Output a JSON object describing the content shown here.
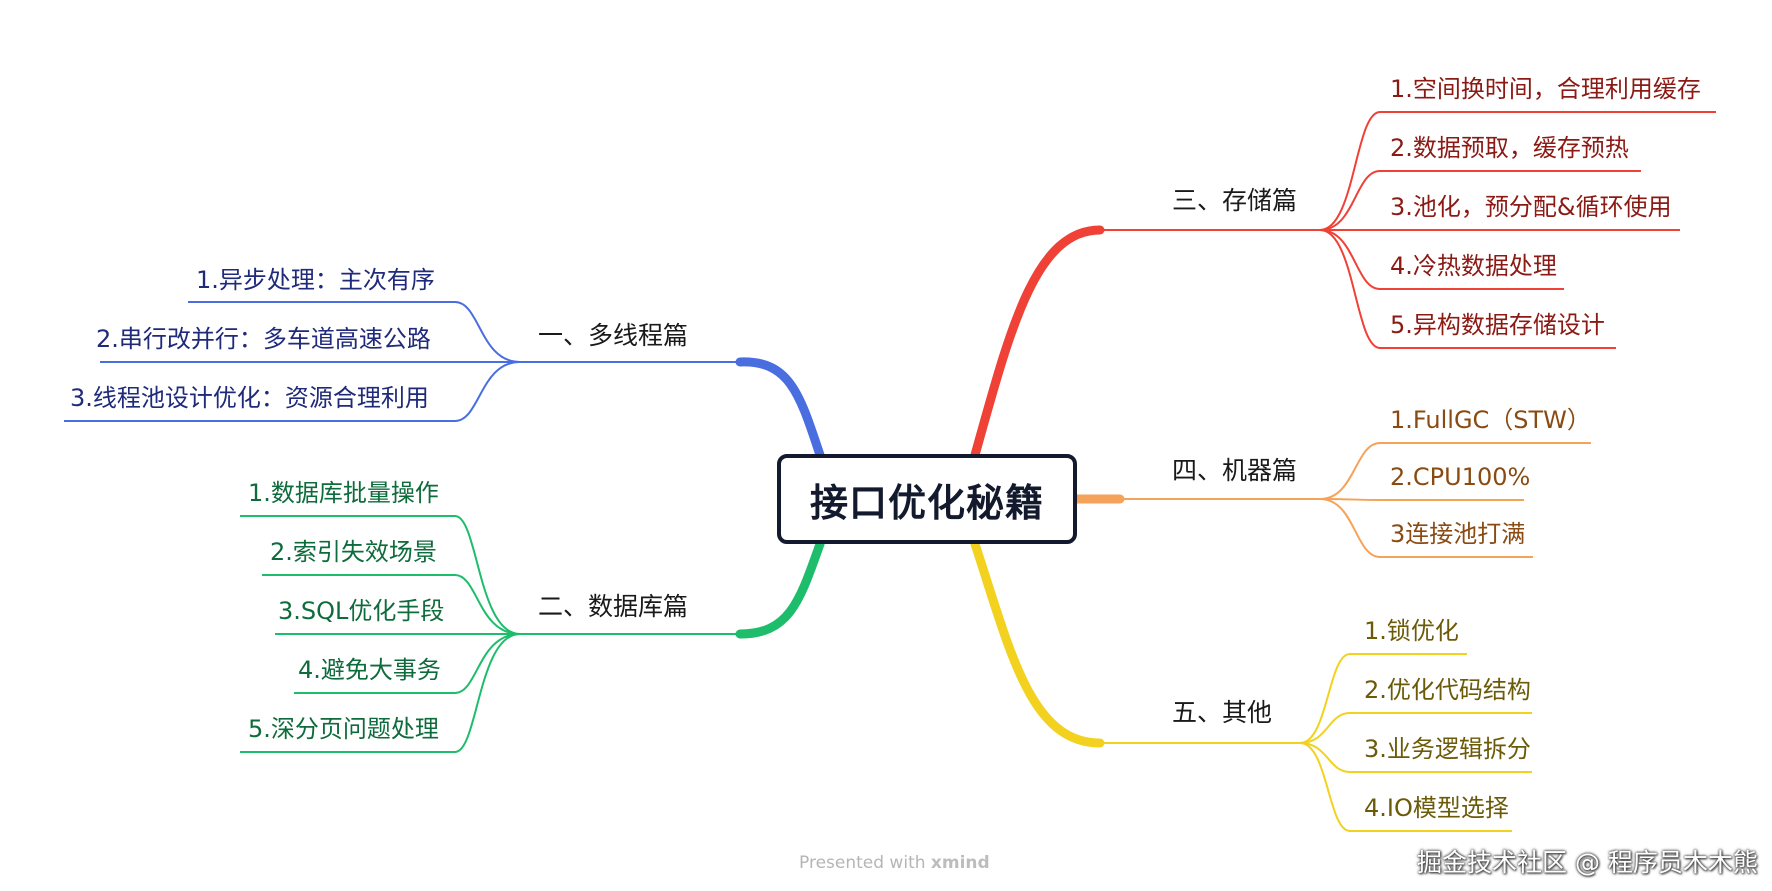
{
  "center": {
    "title": "接口优化秘籍"
  },
  "branches": [
    {
      "key": "multithread",
      "title": "一、多线程篇",
      "color": "#4a6ee0",
      "leaf_color": "#1f2a7a",
      "items": [
        "1.异步处理：主次有序",
        "2.串行改并行：多车道高速公路",
        "3.线程池设计优化：资源合理利用"
      ]
    },
    {
      "key": "database",
      "title": "二、数据库篇",
      "color": "#1dbd6b",
      "leaf_color": "#0e6b3b",
      "items": [
        "1.数据库批量操作",
        "2.索引失效场景",
        "3.SQL优化手段",
        "4.避免大事务",
        "5.深分页问题处理"
      ]
    },
    {
      "key": "storage",
      "title": "三、存储篇",
      "color": "#ef4136",
      "leaf_color": "#8b1a14",
      "items": [
        "1.空间换时间，合理利用缓存",
        "2.数据预取，缓存预热",
        "3.池化，预分配&循环使用",
        "4.冷热数据处理",
        "5.异构数据存储设计"
      ]
    },
    {
      "key": "machine",
      "title": "四、机器篇",
      "color": "#f5a35a",
      "leaf_color": "#8a4b12",
      "items": [
        "1.FullGC（STW）",
        "2.CPU100%",
        "3连接池打满"
      ]
    },
    {
      "key": "other",
      "title": "五、其他",
      "color": "#f2d21e",
      "leaf_color": "#6b5a08",
      "items": [
        "1.锁优化",
        "2.优化代码结构",
        "3.业务逻辑拆分",
        "4.IO模型选择"
      ]
    }
  ],
  "footer": {
    "presented_with": "Presented with",
    "brand": "xmind"
  },
  "watermark": "掘金技术社区 @ 程序员木木熊"
}
